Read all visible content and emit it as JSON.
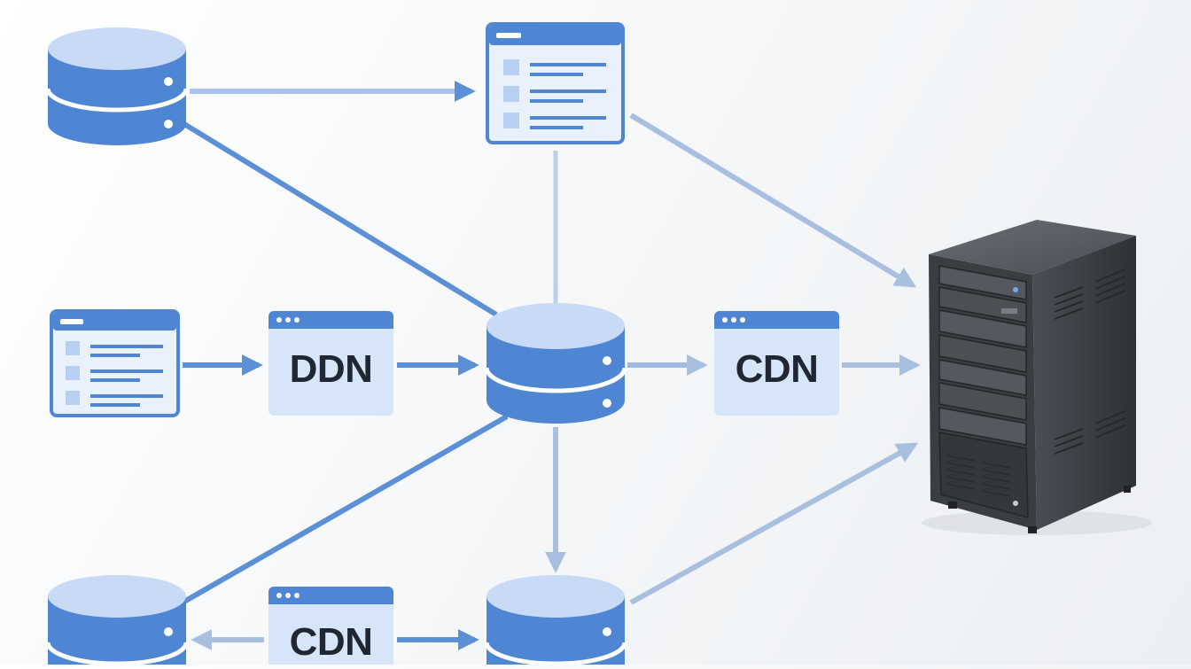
{
  "colors": {
    "accent": "#4f86d3",
    "accent_light": "#c8daf5",
    "edge": "#a9bfdf",
    "server_body": "#3c3f44",
    "text": "#1f2733"
  },
  "nodes": {
    "ddn_box": {
      "label": "DDN",
      "icon": "browser-window"
    },
    "cdn_box_right": {
      "label": "CDN",
      "icon": "browser-window"
    },
    "cdn_box_bottom": {
      "label": "CDN",
      "icon": "browser-window"
    },
    "db_top_left": {
      "icon": "database"
    },
    "db_center": {
      "icon": "database"
    },
    "db_bottom_left": {
      "icon": "database"
    },
    "db_bottom_center": {
      "icon": "database"
    },
    "doc_top": {
      "icon": "document-window"
    },
    "doc_left": {
      "icon": "document-window"
    },
    "server": {
      "icon": "server-tower"
    }
  }
}
